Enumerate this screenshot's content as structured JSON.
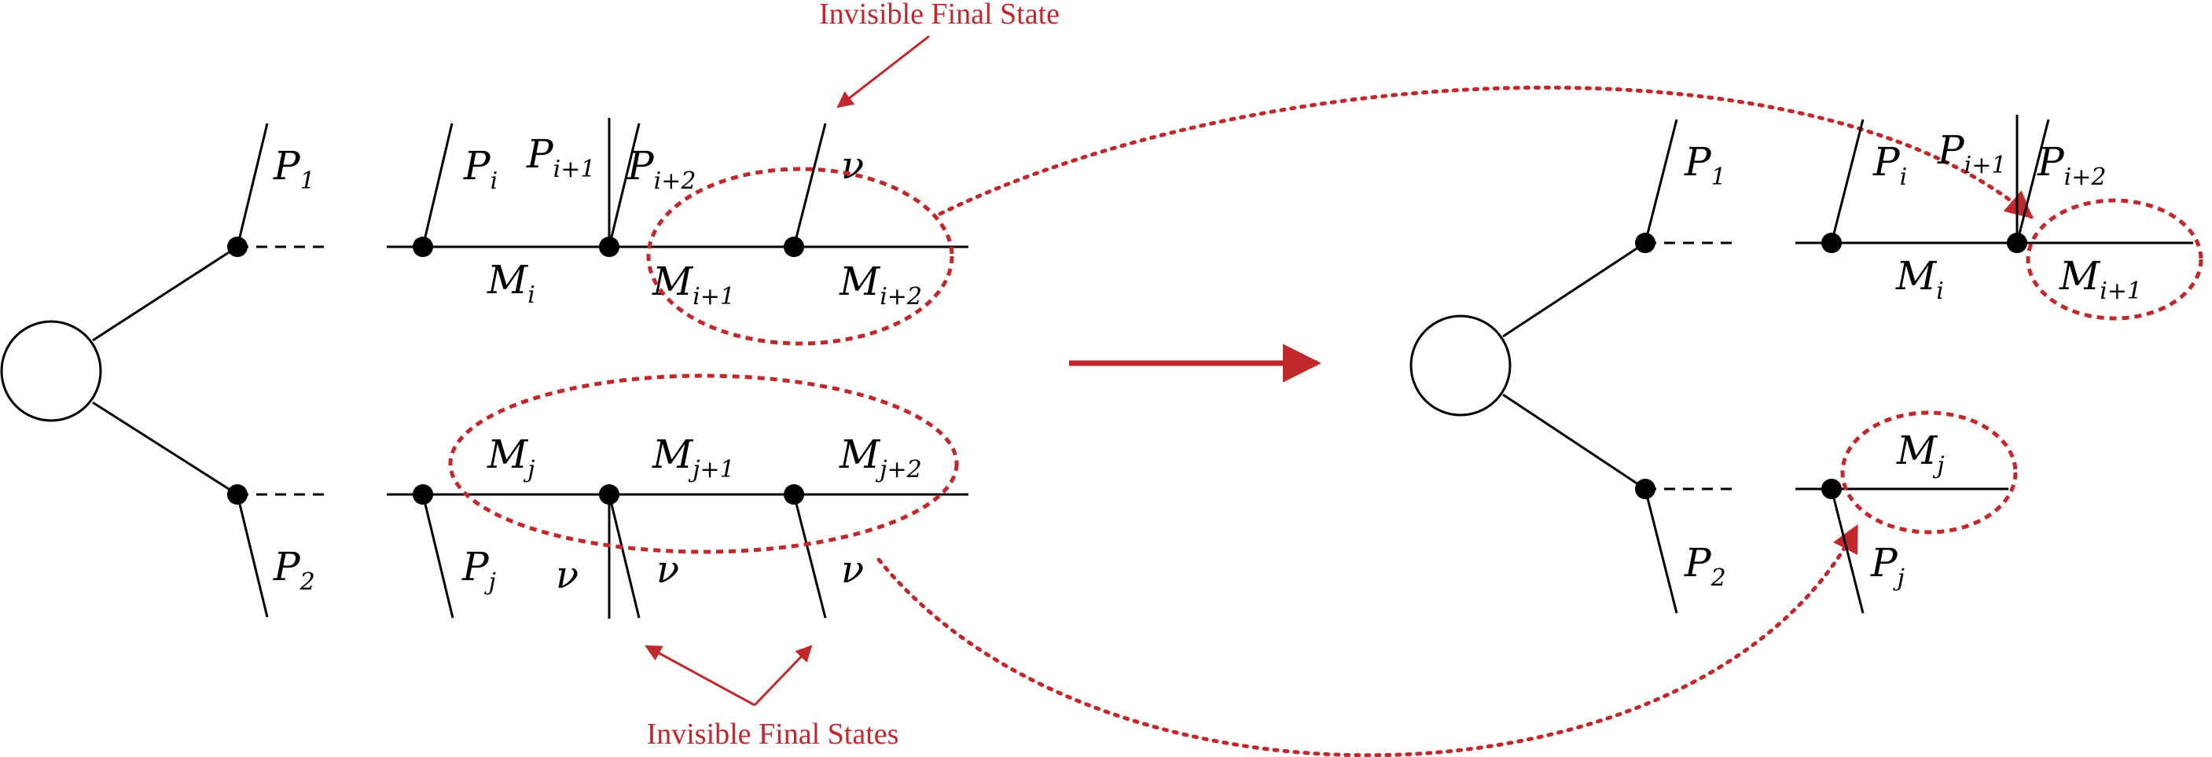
{
  "colors": {
    "ink": "#000000",
    "accent": "#c0282b"
  },
  "annotations": {
    "top": "Invisible Final State",
    "bottom": "Invisible Final States"
  },
  "labels": {
    "P": "P",
    "M": "M",
    "nu": "ν",
    "sub_1": "1",
    "sub_2": "2",
    "sub_i": "i",
    "sub_i1": "i+1",
    "sub_i2": "i+2",
    "sub_j": "j",
    "sub_j1": "j+1",
    "sub_j2": "j+2"
  }
}
